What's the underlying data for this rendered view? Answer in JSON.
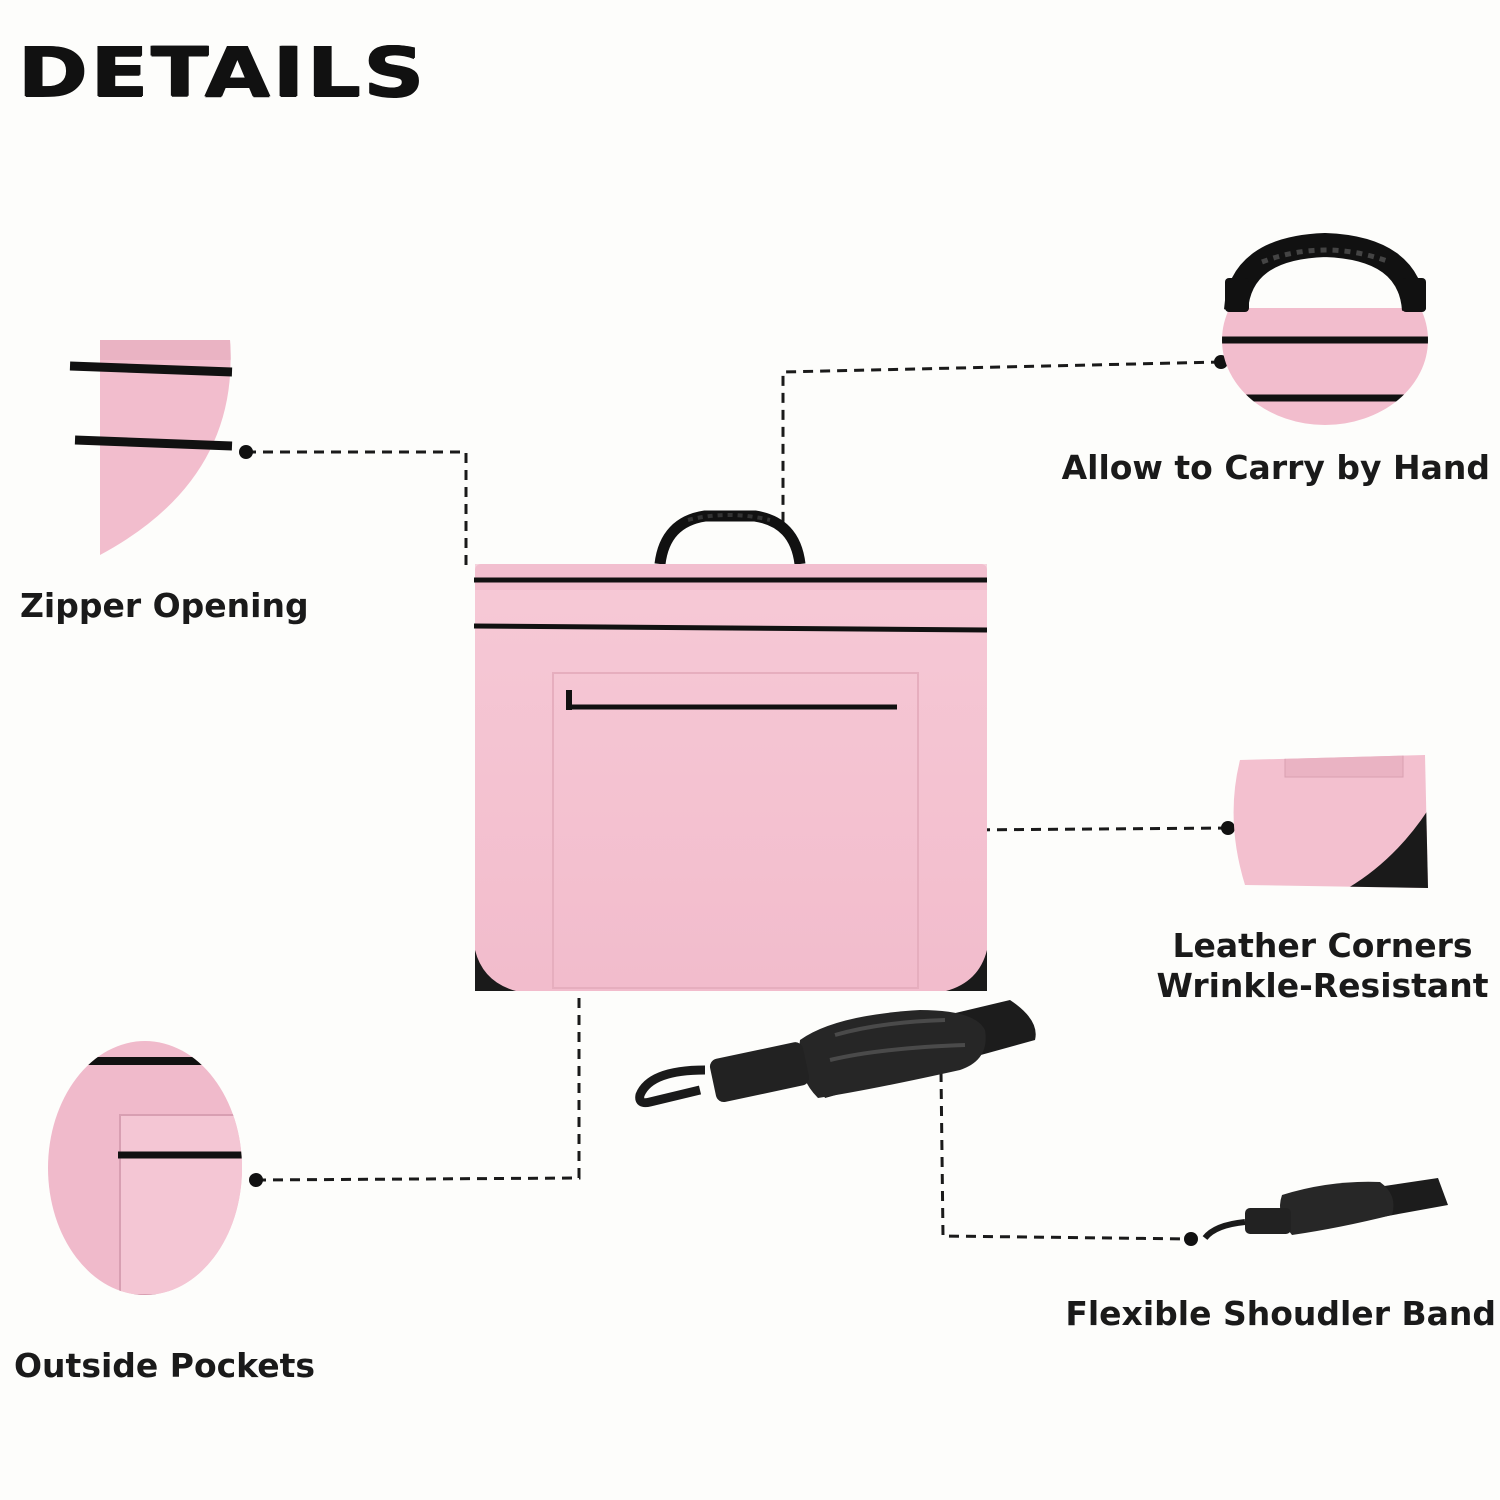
{
  "page": {
    "title": "DETAILS"
  },
  "features": {
    "zipper_opening": "Zipper Opening",
    "carry_by_hand": "Allow to Carry by Hand",
    "leather_corners_line1": "Leather Corners",
    "leather_corners_line2": "Wrinkle-Resistant",
    "outside_pockets": "Outside Pockets",
    "shoulder_band": "Flexible Shoudler Band"
  },
  "colors": {
    "bag_pink": "#f4c4d2",
    "bag_pink_dark": "#eab3c3",
    "accent_black": "#111111",
    "background": "#fdfdfb"
  },
  "icons": [
    "zipper-detail-icon",
    "handle-detail-icon",
    "corner-detail-icon",
    "pocket-detail-icon",
    "strap-detail-icon",
    "portfolio-bag-icon",
    "shoulder-strap-icon"
  ]
}
